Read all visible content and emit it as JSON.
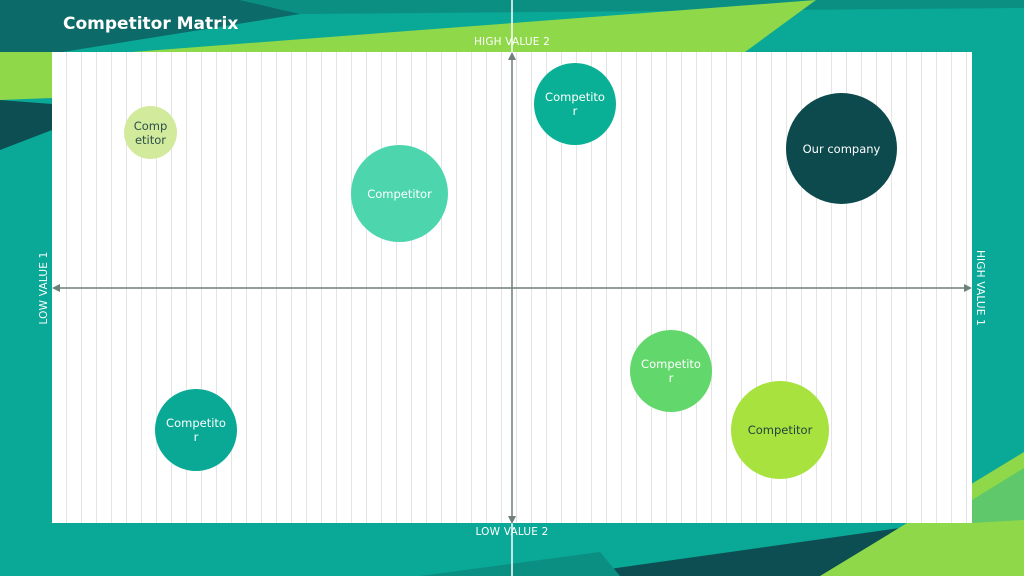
{
  "title": "Competitor Matrix",
  "axes": {
    "top": "HIGH VALUE 2",
    "bottom": "LOW VALUE 2",
    "left": "LOW VALUE 1",
    "right": "HIGH VALUE 1"
  },
  "colors": {
    "background_teal": "#0aa896",
    "accent_green": "#8fd84a",
    "dark_teal": "#0c4e52",
    "axis_gray": "#6f7f7c"
  },
  "bubbles": [
    {
      "label": "Comp etitor",
      "fill": "#d2ea9c",
      "text_color": "#2d4f4a"
    },
    {
      "label": "Competitor",
      "fill": "#4dd6ae",
      "text_color": "#ffffff"
    },
    {
      "label": "Competito r",
      "fill": "#0ab095",
      "text_color": "#ffffff"
    },
    {
      "label": "Our company",
      "fill": "#0c4a4e",
      "text_color": "#ffffff"
    },
    {
      "label": "Competito r",
      "fill": "#62d86c",
      "text_color": "#ffffff"
    },
    {
      "label": "Competitor",
      "fill": "#a8e23e",
      "text_color": "#1f4440"
    },
    {
      "label": "Competito r",
      "fill": "#0aa995",
      "text_color": "#ffffff"
    }
  ]
}
